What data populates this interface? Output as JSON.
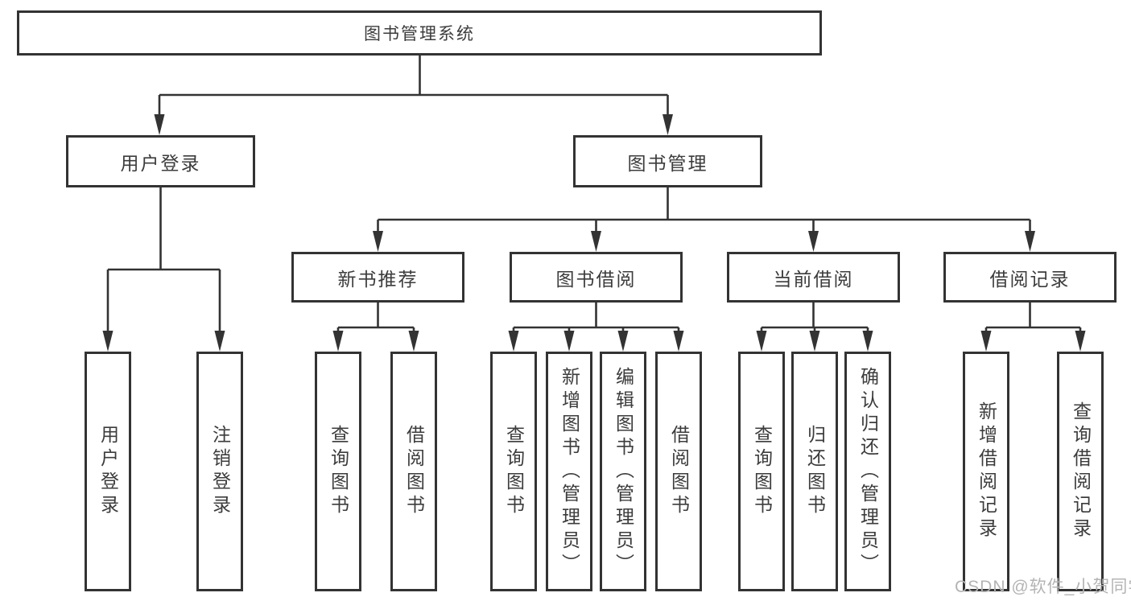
{
  "tree": {
    "label": "图书管理系统",
    "children": [
      {
        "label": "用户登录",
        "children": [
          {
            "label": "用户登录"
          },
          {
            "label": "注销登录"
          }
        ]
      },
      {
        "label": "图书管理",
        "children": [
          {
            "label": "新书推荐",
            "children": [
              {
                "label": "查询图书"
              },
              {
                "label": "借阅图书"
              }
            ]
          },
          {
            "label": "图书借阅",
            "children": [
              {
                "label": "查询图书"
              },
              {
                "label": "新增图书（管理员）"
              },
              {
                "label": "编辑图书（管理员）"
              },
              {
                "label": "借阅图书"
              }
            ]
          },
          {
            "label": "当前借阅",
            "children": [
              {
                "label": "查询图书"
              },
              {
                "label": "归还图书"
              },
              {
                "label": "确认归还（管理员）"
              }
            ]
          },
          {
            "label": "借阅记录",
            "children": [
              {
                "label": "新增借阅记录"
              },
              {
                "label": "查询借阅记录"
              }
            ]
          }
        ]
      }
    ]
  },
  "watermark": {
    "text": "CSDN @软件_小贺同学"
  },
  "colors": {
    "line": "#333333",
    "border": "#333333",
    "text": "#3c3c3c",
    "watermark": "#b4b4b4",
    "background": "#ffffff"
  }
}
